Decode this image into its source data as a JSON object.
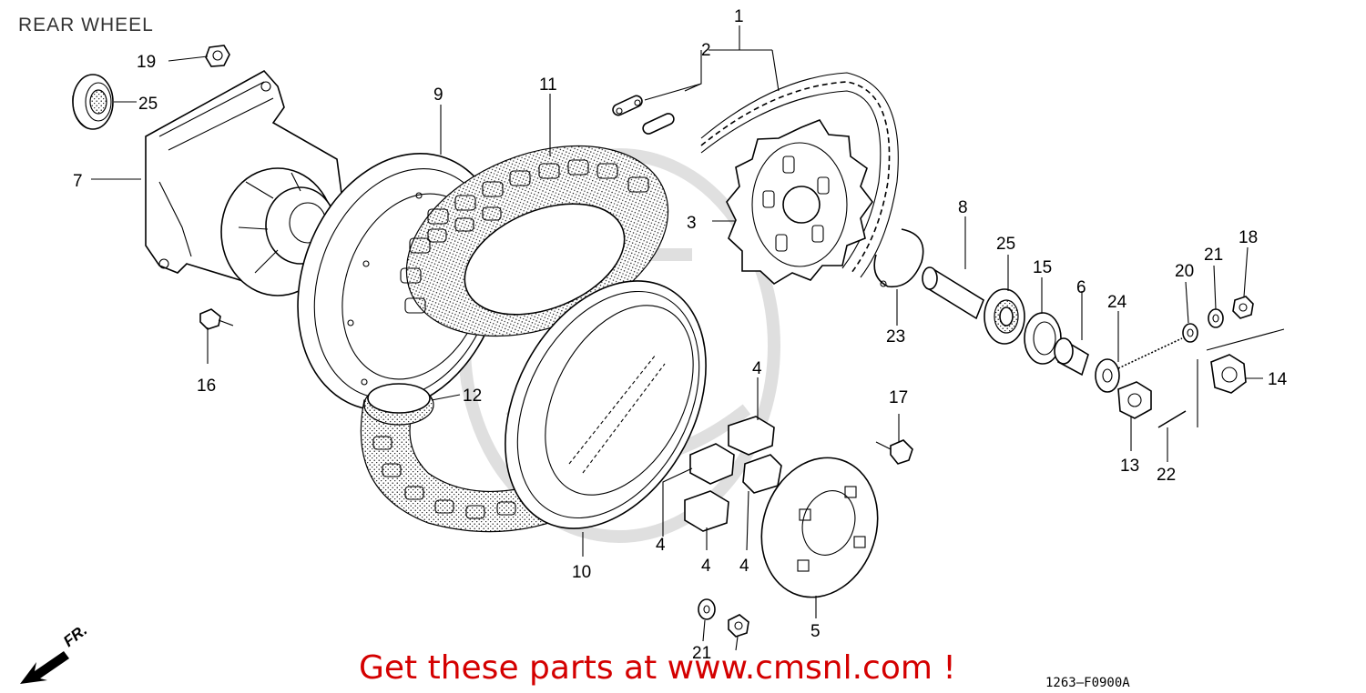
{
  "title": "REAR WHEEL",
  "promo_text": "Get these parts at www.cmsnl.com !",
  "diagram_code": "1263–F0900A",
  "direction_label": "FR.",
  "callouts": {
    "c1": "1",
    "c2": "2",
    "c3": "3",
    "c4a": "4",
    "c4b": "4",
    "c4c": "4",
    "c4d": "4",
    "c5": "5",
    "c6": "6",
    "c7": "7",
    "c8": "8",
    "c9": "9",
    "c10": "10",
    "c11": "11",
    "c12": "12",
    "c13": "13",
    "c14": "14",
    "c15": "15",
    "c16": "16",
    "c17": "17",
    "c18": "18",
    "c19": "19",
    "c20": "20",
    "c21a": "21",
    "c21b": "21",
    "c22": "22",
    "c23": "23",
    "c24": "24",
    "c25a": "25",
    "c25b": "25"
  },
  "icons": [
    "front-direction-arrow-icon"
  ],
  "colors": {
    "promo": "#d40000",
    "lines": "#000000",
    "background": "#ffffff"
  }
}
